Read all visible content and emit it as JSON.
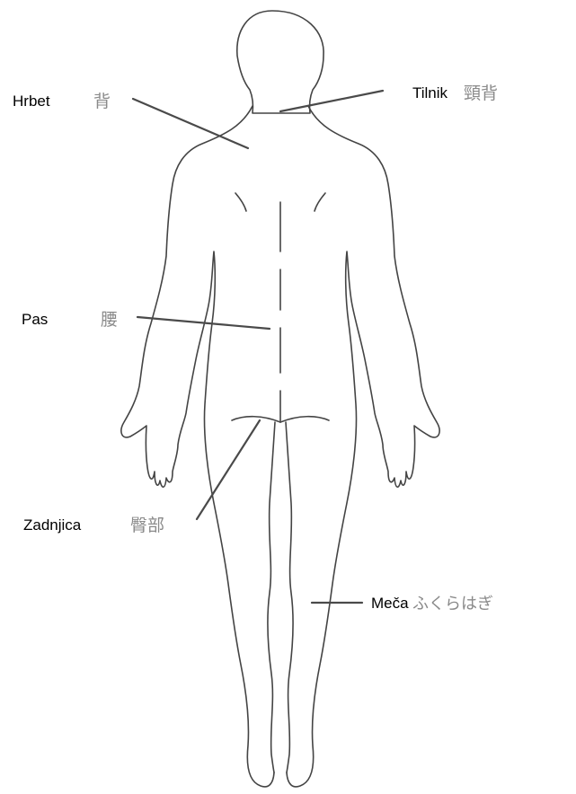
{
  "diagram": {
    "labels": {
      "back": {
        "text": "Hrbet",
        "jp": "背"
      },
      "nape": {
        "text": "Tilnik",
        "jp": "頸背"
      },
      "waist": {
        "text": "Pas",
        "jp": "腰"
      },
      "buttocks": {
        "text": "Zadnjica",
        "jp": "臀部"
      },
      "calf": {
        "text": "Meča",
        "jp": "ふくらはぎ"
      }
    },
    "colors": {
      "outline": "#444444",
      "leader": "#4a4a4a",
      "label_text": "#000000",
      "jp_text": "#8a8a8a"
    }
  }
}
